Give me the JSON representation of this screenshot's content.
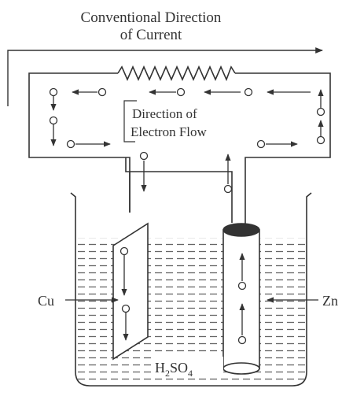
{
  "labels": {
    "current_line1": "Conventional Direction",
    "current_line2": "of Current",
    "electron_line1": "Direction of",
    "electron_line2": "Electron Flow",
    "cu": "Cu",
    "zn": "Zn",
    "electrolyte_main": "H",
    "electrolyte_sub1": "2",
    "electrolyte_mid": "SO",
    "electrolyte_sub2": "4"
  },
  "colors": {
    "ink": "#333333",
    "background": "#ffffff"
  }
}
